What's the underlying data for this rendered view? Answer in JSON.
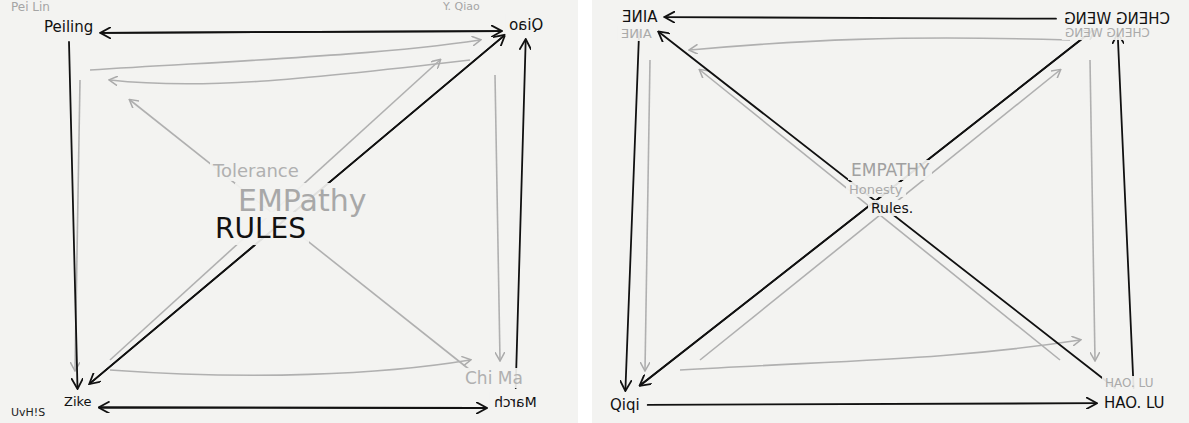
{
  "diagram": {
    "nodes": [
      {
        "text": [
          "Peiling"
        ]
      },
      {
        "text": [
          "Qiao"
        ]
      },
      {
        "text": [
          "Zike"
        ]
      },
      {
        "text": [
          "March"
        ]
      },
      {
        "text": [
          "AINE"
        ]
      },
      {
        "text": [
          "CHENG WENG"
        ]
      },
      {
        "text": [
          "Qiqi"
        ]
      },
      {
        "text": [
          "HAO. LU"
        ]
      }
    ],
    "edges": [
      {
        "from": 0,
        "to": 1,
        "arrow": "to"
      },
      {
        "from": 1,
        "to": 0,
        "arrow": "to"
      },
      {
        "from": 0,
        "to": 2,
        "arrow": "to"
      },
      {
        "from": 3,
        "to": 1,
        "arrow": "to"
      },
      {
        "from": 2,
        "to": 3,
        "arrow": "to"
      },
      {
        "from": 3,
        "to": 2,
        "arrow": "to"
      },
      {
        "from": 2,
        "to": 1,
        "arrow": "to"
      },
      {
        "from": 1,
        "to": 2,
        "arrow": "to"
      },
      {
        "from": 5,
        "to": 4,
        "arrow": "to"
      },
      {
        "from": 4,
        "to": 6,
        "arrow": "to"
      },
      {
        "from": 7,
        "to": 5,
        "arrow": "to"
      },
      {
        "from": 6,
        "to": 7,
        "arrow": "to"
      },
      {
        "from": 6,
        "to": 5,
        "arrow": "to"
      },
      {
        "from": 5,
        "to": 6,
        "arrow": "to"
      },
      {
        "from": 7,
        "to": 4,
        "arrow": "to"
      }
    ],
    "labels": [
      "Pei Lin",
      "Y. Qiao",
      "UvH!S",
      "Chi Ma",
      "Tolerance",
      "EMPathy",
      "RULES",
      "AINE",
      "CHENG WENG",
      "EMPATHY",
      "Honesty",
      "Rules.",
      "HAO. LU"
    ]
  }
}
